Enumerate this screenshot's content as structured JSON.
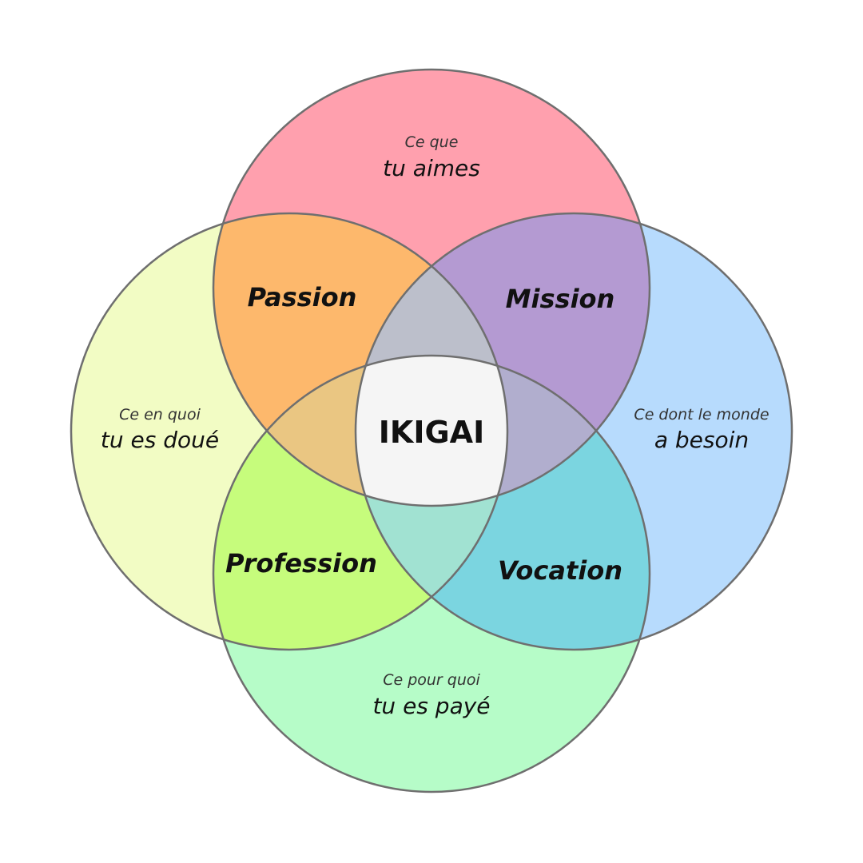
{
  "diagram": {
    "circles": {
      "top": {
        "line1": "Ce que",
        "line2": "tu aimes",
        "color": "#FFA0AE"
      },
      "left": {
        "line1": "Ce en quoi",
        "line2": "tu es doué",
        "color": "#F2FCC4"
      },
      "right": {
        "line1": "Ce dont le monde",
        "line2": "a besoin",
        "color": "#B7DBFD"
      },
      "bottom": {
        "line1": "Ce pour quoi",
        "line2": "tu es payé",
        "color": "#B6FCC8"
      }
    },
    "overlaps": {
      "passion": {
        "label": "Passion",
        "color": "#FDB86C"
      },
      "mission": {
        "label": "Mission",
        "color": "#B49AD2"
      },
      "profession": {
        "label": "Profession",
        "color": "#C6FC7C"
      },
      "vocation": {
        "label": "Vocation",
        "color": "#7BD5E0"
      },
      "top_lobe": {
        "color": "#BCBFCB"
      },
      "left_lobe": {
        "color": "#EAC682"
      },
      "right_lobe": {
        "color": "#B1AECE"
      },
      "bottom_lobe": {
        "color": "#A1E2D2"
      }
    },
    "center": {
      "label": "IKIGAI",
      "color": "#F5F5F5"
    }
  }
}
